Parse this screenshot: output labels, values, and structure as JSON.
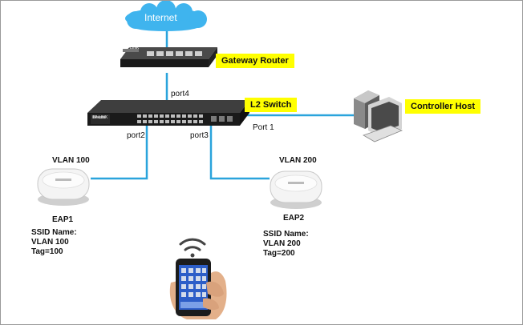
{
  "cloud": {
    "label": "Internet"
  },
  "gateway": {
    "label": "Gateway Router",
    "brand": "TP-LINK"
  },
  "switch": {
    "label": "L2 Switch",
    "brand": "TP-LINK"
  },
  "controller": {
    "label": "Controller Host"
  },
  "ports": {
    "port4": "port4",
    "port1": "Port 1",
    "port2": "port2",
    "port3": "port3"
  },
  "eap1": {
    "vlan": "VLAN 100",
    "name": "EAP1",
    "ssid_title": "SSID Name:",
    "ssid_vlan": "VLAN 100",
    "tag": "Tag=100"
  },
  "eap2": {
    "vlan": "VLAN 200",
    "name": "EAP2",
    "ssid_title": "SSID Name:",
    "ssid_vlan": "VLAN 200",
    "tag": "Tag=200"
  },
  "icons": {
    "cloud": "cloud-icon",
    "router": "router-icon",
    "switch": "switch-icon",
    "pc": "computer-icon",
    "ap": "access-point-icon",
    "phone": "phone-icon",
    "wifi": "wifi-icon"
  },
  "colors": {
    "link": "#2aa4dc",
    "highlight": "#ffff00",
    "cloud": "#3fb4ee"
  }
}
